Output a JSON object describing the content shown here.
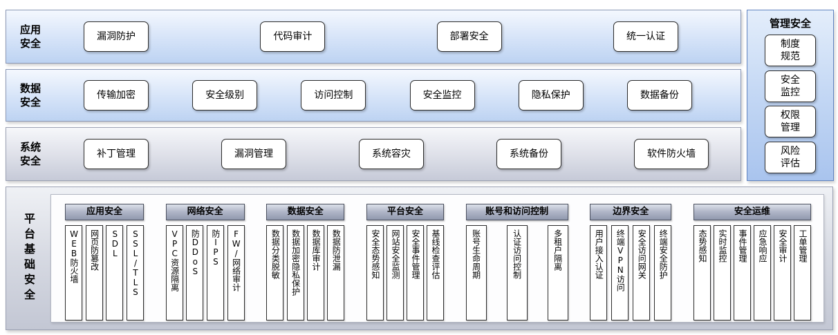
{
  "layers": [
    {
      "label": "应用安全",
      "items": [
        "漏洞防护",
        "代码审计",
        "部署安全",
        "统一认证"
      ]
    },
    {
      "label": "数据安全",
      "items": [
        "传输加密",
        "安全级别",
        "访问控制",
        "安全监控",
        "隐私保护",
        "数据备份"
      ]
    },
    {
      "label": "系统安全",
      "items": [
        "补丁管理",
        "漏洞管理",
        "系统容灾",
        "系统备份",
        "软件防火墙"
      ]
    }
  ],
  "platform": {
    "label": "平台基础安全",
    "groups": [
      {
        "title": "应用安全",
        "items": [
          "WEB防火墙",
          "网页防篡改",
          "SDL",
          "SSL/TLS"
        ]
      },
      {
        "title": "网络安全",
        "items": [
          "VPC资源隔离",
          "防DDoS",
          "防IPS",
          "FW/网络审计"
        ]
      },
      {
        "title": "数据安全",
        "items": [
          "数据分类脱敏",
          "数据加密隐私保护",
          "数据库审计",
          "数据防泄漏"
        ]
      },
      {
        "title": "平台安全",
        "items": [
          "安全态势感知",
          "网站安全监测",
          "安全事件管理",
          "基线检查评估"
        ]
      },
      {
        "title": "账号和访问控制",
        "items": [
          "账号生命周期",
          "认证访问控制",
          "多租户隔离"
        ]
      },
      {
        "title": "边界安全",
        "items": [
          "用户接入认证",
          "终端VPN访问",
          "安全访问网关",
          "终端安全防护"
        ]
      },
      {
        "title": "安全运维",
        "items": [
          "态势感知",
          "实时监控",
          "事件管理",
          "应急响应",
          "安全审计",
          "工单管理"
        ]
      }
    ]
  },
  "management": {
    "title": "管理安全",
    "items": [
      "制度规范",
      "安全监控",
      "权限管理",
      "风险评估"
    ]
  },
  "colors": {
    "band_blue": "#bdd3f2",
    "band_grey": "#c6cad8",
    "management_blue": "#a9c4ee",
    "header_grey": "#9199af",
    "box_border": "#2b2b2b"
  }
}
